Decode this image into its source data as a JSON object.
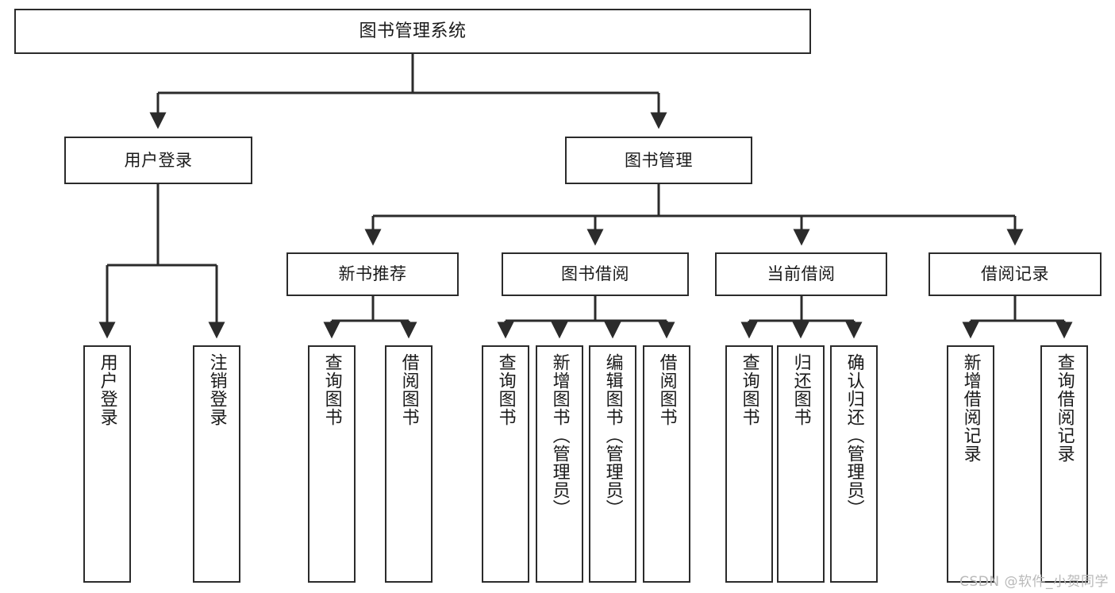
{
  "diagram": {
    "type": "tree-hierarchy-diagram",
    "root": {
      "id": "root",
      "label": "图书管理系统"
    },
    "level1": [
      {
        "id": "user-login",
        "label": "用户登录"
      },
      {
        "id": "book-management",
        "label": "图书管理"
      }
    ],
    "level2": [
      {
        "id": "new-book-recommend",
        "label": "新书推荐",
        "parent": "book-management"
      },
      {
        "id": "book-borrow",
        "label": "图书借阅",
        "parent": "book-management"
      },
      {
        "id": "current-borrow",
        "label": "当前借阅",
        "parent": "book-management"
      },
      {
        "id": "borrow-record",
        "label": "借阅记录",
        "parent": "book-management"
      }
    ],
    "leaves": {
      "user-login": [
        {
          "id": "leaf-user-login",
          "label": "用户登录"
        },
        {
          "id": "leaf-user-logout",
          "label": "注销登录"
        }
      ],
      "new-book-recommend": [
        {
          "id": "leaf-query-book-1",
          "label": "查询图书"
        },
        {
          "id": "leaf-borrow-book-1",
          "label": "借阅图书"
        }
      ],
      "book-borrow": [
        {
          "id": "leaf-query-book-2",
          "label": "查询图书"
        },
        {
          "id": "leaf-add-book",
          "label": "新增图书（管理员）"
        },
        {
          "id": "leaf-edit-book",
          "label": "编辑图书（管理员）"
        },
        {
          "id": "leaf-borrow-book-2",
          "label": "借阅图书"
        }
      ],
      "current-borrow": [
        {
          "id": "leaf-query-book-3",
          "label": "查询图书"
        },
        {
          "id": "leaf-return-book",
          "label": "归还图书"
        },
        {
          "id": "leaf-confirm-return",
          "label": "确认归还（管理员）"
        }
      ],
      "borrow-record": [
        {
          "id": "leaf-add-record",
          "label": "新增借阅记录"
        },
        {
          "id": "leaf-query-record",
          "label": "查询借阅记录"
        }
      ]
    }
  },
  "watermark": {
    "text": "CSDN @软件_小贺同学"
  },
  "colors": {
    "stroke": "#2b2b2b",
    "fill": "#ffffff",
    "text": "#1a1a1a",
    "watermark": "#b9b9b9"
  }
}
